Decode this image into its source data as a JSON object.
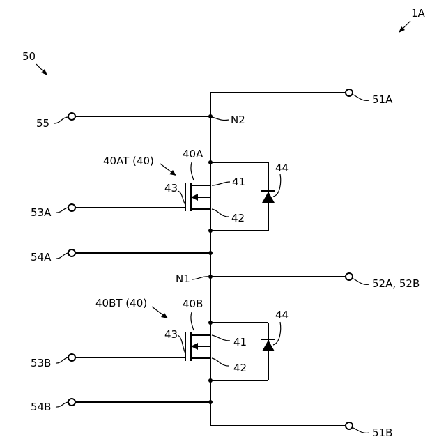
{
  "labels": {
    "device": "1A",
    "circuit": "50",
    "t51a": "51A",
    "t51b": "51B",
    "t55": "55",
    "n2": "N2",
    "n1": "N1",
    "top_switch": "40AT (40)",
    "bottom_switch": "40BT (40)",
    "top_body": "40A",
    "bottom_body": "40B",
    "c41": "41",
    "c42": "42",
    "c43": "43",
    "c44": "44",
    "t53a": "53A",
    "t54a": "54A",
    "t52": "52A, 52B",
    "t53b": "53B",
    "t54b": "54B"
  }
}
